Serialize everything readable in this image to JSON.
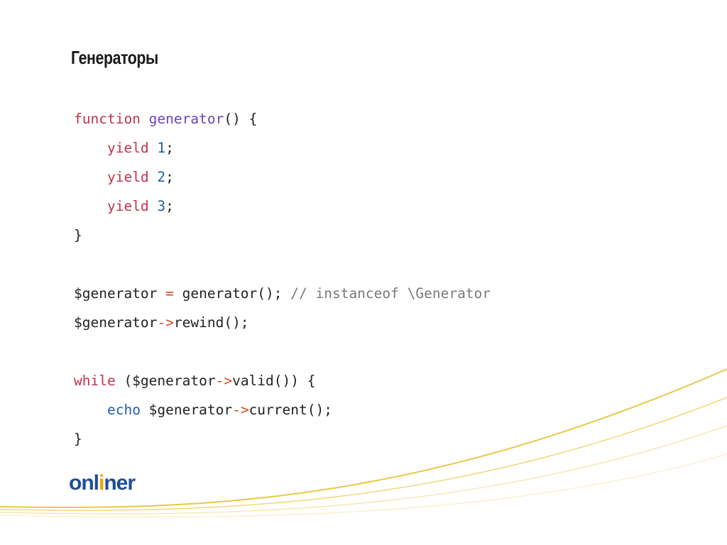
{
  "slide": {
    "title": "Генераторы",
    "code_lines": [
      [
        {
          "t": "function",
          "c": "kw"
        },
        {
          "t": " "
        },
        {
          "t": "generator",
          "c": "fn"
        },
        {
          "t": "() {"
        }
      ],
      [
        {
          "t": "    "
        },
        {
          "t": "yield",
          "c": "kw"
        },
        {
          "t": " "
        },
        {
          "t": "1",
          "c": "num"
        },
        {
          "t": ";"
        }
      ],
      [
        {
          "t": "    "
        },
        {
          "t": "yield",
          "c": "kw"
        },
        {
          "t": " "
        },
        {
          "t": "2",
          "c": "num"
        },
        {
          "t": ";"
        }
      ],
      [
        {
          "t": "    "
        },
        {
          "t": "yield",
          "c": "kw"
        },
        {
          "t": " "
        },
        {
          "t": "3",
          "c": "num"
        },
        {
          "t": ";"
        }
      ],
      [
        {
          "t": "}"
        }
      ],
      [],
      [
        {
          "t": "$generator "
        },
        {
          "t": "=",
          "c": "op"
        },
        {
          "t": " generator(); "
        },
        {
          "t": "// instanceof \\Generator",
          "c": "cm"
        }
      ],
      [
        {
          "t": "$generator"
        },
        {
          "t": "->",
          "c": "op"
        },
        {
          "t": "rewind();"
        }
      ],
      [],
      [
        {
          "t": "while",
          "c": "kw"
        },
        {
          "t": " ($generator"
        },
        {
          "t": "->",
          "c": "op"
        },
        {
          "t": "valid()) {"
        }
      ],
      [
        {
          "t": "    "
        },
        {
          "t": "echo",
          "c": "echo"
        },
        {
          "t": " $generator"
        },
        {
          "t": "->",
          "c": "op"
        },
        {
          "t": "current();"
        }
      ],
      [
        {
          "t": "}"
        }
      ]
    ],
    "logo": {
      "prefix": "onl",
      "dot_letter": "i",
      "suffix": "ner"
    },
    "colors": {
      "keyword": "#c0334d",
      "function": "#6f42c1",
      "number": "#1f5fa8",
      "operator": "#d14a1f",
      "comment": "#7a7a7a",
      "logo": "#1f4e96",
      "swoosh": "#e8c84a"
    }
  }
}
